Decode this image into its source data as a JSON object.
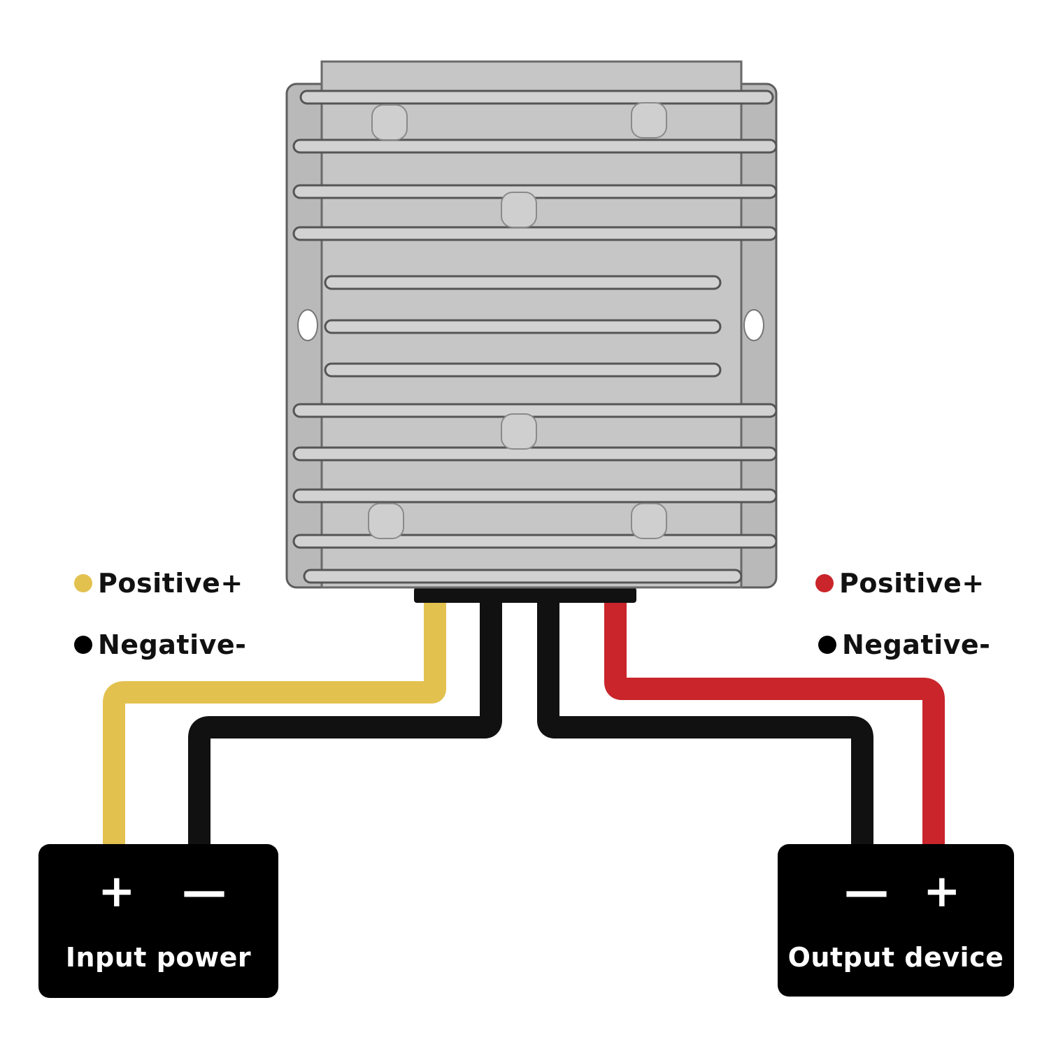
{
  "colors": {
    "input_positive": "#e3c14f",
    "output_positive": "#c9252b",
    "negative": "#111111",
    "housing": "#b9b9b9",
    "housing_dark": "#5e5e5e",
    "box": "#000000"
  },
  "legend_left": {
    "positive_label": "Positive+",
    "negative_label": "Negative-"
  },
  "legend_right": {
    "positive_label": "Positive+",
    "negative_label": "Negative-"
  },
  "input_box": {
    "plus": "+",
    "minus": "—",
    "label": "Input power"
  },
  "output_box": {
    "minus": "—",
    "plus": "+",
    "label": "Output device"
  },
  "icons": [
    "aluminum-converter-housing-icon",
    "wire-yellow",
    "wire-red",
    "wire-black"
  ]
}
